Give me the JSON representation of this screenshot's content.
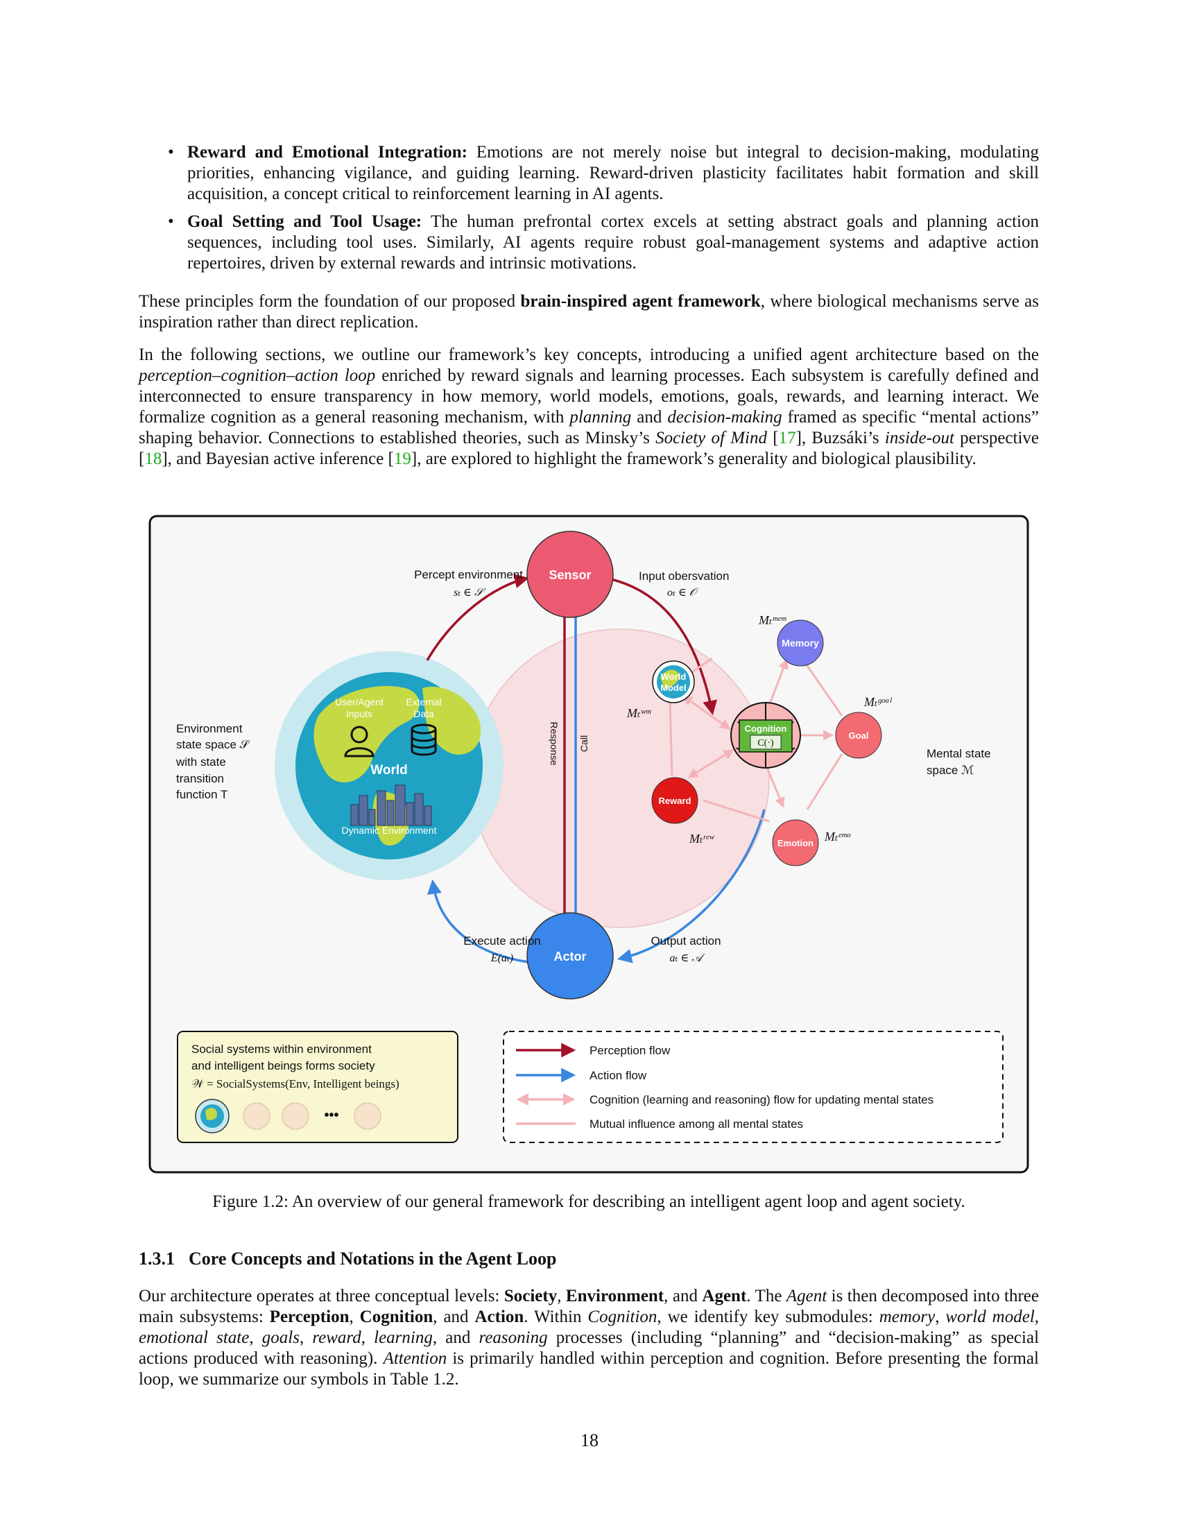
{
  "bullets": [
    {
      "title": "Reward and Emotional Integration:",
      "text": "Emotions are not merely noise but integral to decision-making, modulating priorities, enhancing vigilance, and guiding learning. Reward-driven plasticity facilitates habit formation and skill acquisition, a concept critical to reinforcement learning in AI agents."
    },
    {
      "title": "Goal Setting and Tool Usage:",
      "text": "The human prefrontal cortex excels at setting abstract goals and planning action sequences, including tool uses. Similarly, AI agents require robust goal-management systems and adaptive action repertoires, driven by external rewards and intrinsic motivations."
    }
  ],
  "para1": {
    "pre": "These principles form the foundation of our proposed ",
    "bold": "brain-inspired agent framework",
    "post": ", where biological mechanisms serve as inspiration rather than direct replication."
  },
  "para2": {
    "s1": "In the following sections, we outline our framework’s key concepts, introducing a unified agent architecture based on the ",
    "i1": "perception–cognition–action loop",
    "s2": " enriched by reward signals and learning processes. Each subsystem is carefully defined and interconnected to ensure transparency in how memory, world models, emotions, goals, rewards, and learning interact. We formalize cognition as a general reasoning mechanism, with ",
    "i2": "planning",
    "s3": " and ",
    "i3": "decision-making",
    "s4": " framed as specific “mental actions” shaping behavior. Connections to established theories, such as Minsky’s ",
    "i4": "Society of Mind",
    "s5": " [",
    "c1": "17",
    "s6": "], Buzsáki’s ",
    "i5": "inside-out",
    "s7": " perspective [",
    "c2": "18",
    "s8": "], and Bayesian active inference [",
    "c3": "19",
    "s9": "], are explored to highlight the framework’s generality and biological plausibility."
  },
  "figure": {
    "sensor": "Sensor",
    "actor": "Actor",
    "percept_env": "Percept environment",
    "percept_math": "sₜ ∈ 𝒮",
    "input_obs": "Input obersvation",
    "input_math": "oₜ ∈ 𝒪",
    "execute": "Execute action",
    "execute_math": "E(aₜ)",
    "output": "Output action",
    "output_math": "aₜ ∈ 𝒜",
    "response": "Response",
    "call": "Call",
    "env_label": [
      "Environment",
      "state space 𝒮",
      "with state",
      "transition",
      "function T"
    ],
    "world": "World",
    "user_inputs": [
      "User/Agent",
      "Inputs"
    ],
    "external_data": [
      "External",
      "Data"
    ],
    "dynamic_env": "Dynamic Environment",
    "world_model": [
      "World",
      "Model"
    ],
    "memory": "Memory",
    "goal": "Goal",
    "reward": "Reward",
    "emotion": "Emotion",
    "cognition": "Cognition",
    "cognition_math": "C(·)",
    "m_mem": "Mₜᵐᵉᵐ",
    "m_wm": "Mₜʷᵐ",
    "m_goal": "Mₜᵍᵒᵃˡ",
    "m_rew": "Mₜʳᵉʷ",
    "m_emo": "Mₜᵉᵐᵒ",
    "mental_space": [
      "Mental state",
      "space ℳ"
    ],
    "social_box": [
      "Social systems within environment",
      "and intelligent beings forms society"
    ],
    "social_math": "𝒲 = SocialSystems(Env, Intelligent beings)",
    "ellipsis": "•••",
    "legend": [
      "Perception flow",
      "Action flow",
      "Cognition (learning and reasoning) flow for updating mental states",
      "Mutual influence among all mental states"
    ],
    "colors": {
      "perception": "#a01228",
      "action": "#3b86e0",
      "cognition_flow": "#f4b3b8",
      "sensor": "#ec5a72",
      "actor": "#3a86ea",
      "memory": "#7b7bf0",
      "goal": "#f26a72",
      "reward": "#e01818",
      "emotion": "#f26a72",
      "cognition_box": "#5fb83a",
      "mental_bg": "#f8dfe1",
      "env_ring": "#c8e9ef"
    }
  },
  "caption": "Figure 1.2: An overview of our general framework for describing an intelligent agent loop and agent society.",
  "section": {
    "num": "1.3.1",
    "title": "Core Concepts and Notations in the Agent Loop"
  },
  "para3": {
    "s1": "Our architecture operates at three conceptual levels: ",
    "b1": "Society",
    "s2": ", ",
    "b2": "Environment",
    "s3": ", and ",
    "b3": "Agent",
    "s4": ". The ",
    "i1": "Agent",
    "s5": " is then decomposed into three main subsystems: ",
    "b4": "Perception",
    "s6": ", ",
    "b5": "Cognition",
    "s7": ", and ",
    "b6": "Action",
    "s8": ". Within ",
    "i2": "Cognition",
    "s9": ", we identify key submodules: ",
    "i3": "memory",
    "s10": ", ",
    "i4": "world model",
    "s11": ", ",
    "i5": "emotional state",
    "s12": ", ",
    "i6": "goals",
    "s13": ", ",
    "i7": "reward",
    "s14": ", ",
    "i8": "learning",
    "s15": ", and ",
    "i9": "reasoning",
    "s16": " processes (including “planning” and “decision-making” as special actions produced with reasoning). ",
    "i10": "Attention",
    "s17": " is primarily handled within perception and cognition. Before presenting the formal loop, we summarize our symbols in Table 1.2."
  },
  "page_number": "18"
}
